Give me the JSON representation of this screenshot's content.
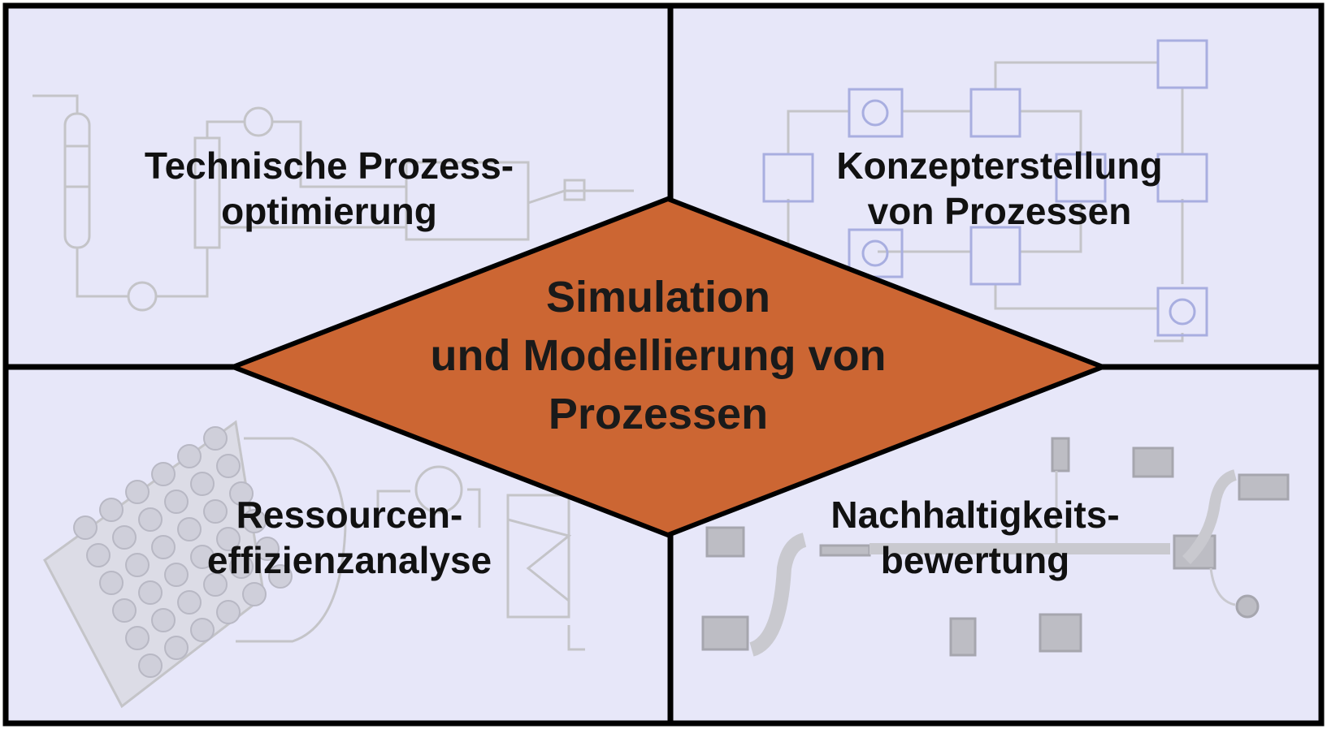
{
  "colors": {
    "quadrant_fill": "#e7e7f9",
    "border": "#000000",
    "diamond_fill": "#cc6633",
    "faded_line": "#c4c4c8",
    "faded_icon": "#8a8fd8"
  },
  "quadrants": {
    "top_left": {
      "line1": "Technische Prozess-",
      "line2": "optimierung"
    },
    "top_right": {
      "line1": "Konzepterstellung",
      "line2": "von Prozessen"
    },
    "bottom_left": {
      "line1": "Ressourcen-",
      "line2": "effizienzanalyse"
    },
    "bottom_right": {
      "line1": "Nachhaltigkeits-",
      "line2": "bewertung"
    }
  },
  "center": {
    "line1": "Simulation",
    "line2": "und Modellierung von",
    "line3": "Prozessen"
  }
}
